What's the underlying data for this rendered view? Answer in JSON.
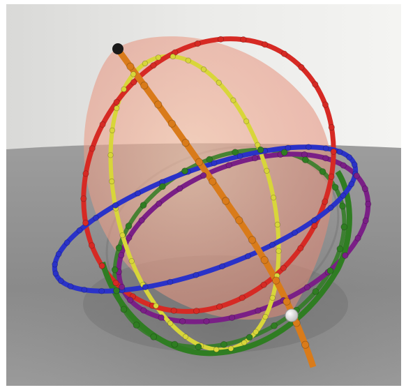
{
  "scene": {
    "subject": "great-circle-ring-model",
    "rings": [
      {
        "name": "red-ring",
        "color": "#d62a24"
      },
      {
        "name": "yellow-ring",
        "color": "#d8d63a"
      },
      {
        "name": "orange-ring",
        "color": "#d97b1a"
      },
      {
        "name": "blue-ring",
        "color": "#2a32c8"
      },
      {
        "name": "green-ring",
        "color": "#2f7d22"
      },
      {
        "name": "purple-ring",
        "color": "#7a1f86"
      }
    ],
    "markers": [
      {
        "name": "top-pole-marker",
        "color": "#1a1a1a"
      },
      {
        "name": "white-point-marker",
        "color": "#f4f4f4"
      }
    ],
    "colors": {
      "wall": "#e6e6e4",
      "floor": "#8a8a8a",
      "membrane": "#f0a488"
    }
  }
}
